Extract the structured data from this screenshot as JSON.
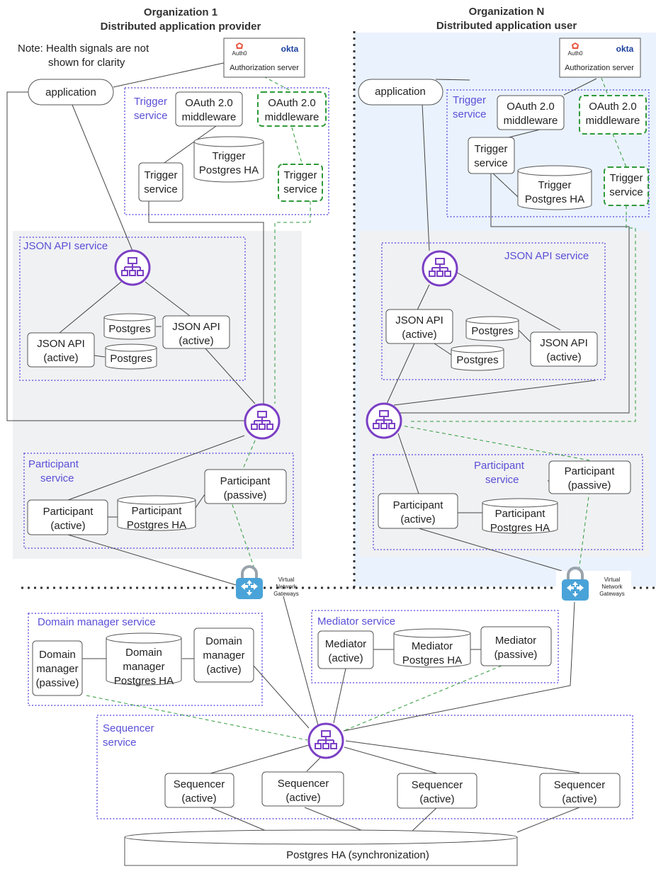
{
  "headings": {
    "org1_name": "Organization 1",
    "org1_role": "Distributed application provider",
    "orgN_name": "Organization N",
    "orgN_role": "Distributed application user"
  },
  "note": {
    "line1": "Note: Health signals are not",
    "line2": "shown for clarity"
  },
  "auth": {
    "auth0_label": "Auth0",
    "okta_label": "okta",
    "server_label": "Authorization server"
  },
  "labels": {
    "application": "application",
    "trigger_group_1": "Trigger",
    "trigger_group_2": "service",
    "oauth_1": "OAuth 2.0",
    "oauth_2": "middleware",
    "trigger_db_1": "Trigger",
    "trigger_db_2": "Postgres HA",
    "trigger_svc_1": "Trigger",
    "trigger_svc_2": "service",
    "json_api_group": "JSON API service",
    "json_api_1": "JSON API",
    "json_api_2": "(active)",
    "postgres": "Postgres",
    "participant_group_1": "Participant",
    "participant_group_2": "service",
    "participant_1": "Participant",
    "participant_active": "(active)",
    "participant_passive": "(passive)",
    "participant_db_1": "Participant",
    "participant_db_2": "Postgres HA",
    "vng_1": "Virtual",
    "vng_2": "Network",
    "vng_3": "Gateways",
    "domain_group": "Domain manager service",
    "domain_1": "Domain",
    "domain_2": "manager",
    "domain_passive": "(passive)",
    "domain_active": "(active)",
    "domain_db_1": "Domain",
    "domain_db_2": "manager",
    "domain_db_3": "Postgres HA",
    "mediator_group": "Mediator service",
    "mediator": "Mediator",
    "mediator_active": "(active)",
    "mediator_passive": "(passive)",
    "mediator_db_1": "Mediator",
    "mediator_db_2": "Postgres HA",
    "sequencer_group_1": "Sequencer",
    "sequencer_group_2": "service",
    "sequencer": "Sequencer",
    "sequencer_active": "(active)",
    "postgres_sync": "Postgres HA (synchronization)"
  },
  "colors": {
    "group_border": "#6b5fe0",
    "group_text": "#5a4fd6",
    "load_balancer": "#7b3fc4",
    "passive_link": "#2f9a3a",
    "org_panel": "#f0f1f3",
    "orgN_bg": "#eaf2fd",
    "gateway": "#4aa3d8"
  },
  "icons": [
    "load-balancer-icon",
    "auth0-icon",
    "okta-icon",
    "virtual-network-gateway-icon"
  ]
}
